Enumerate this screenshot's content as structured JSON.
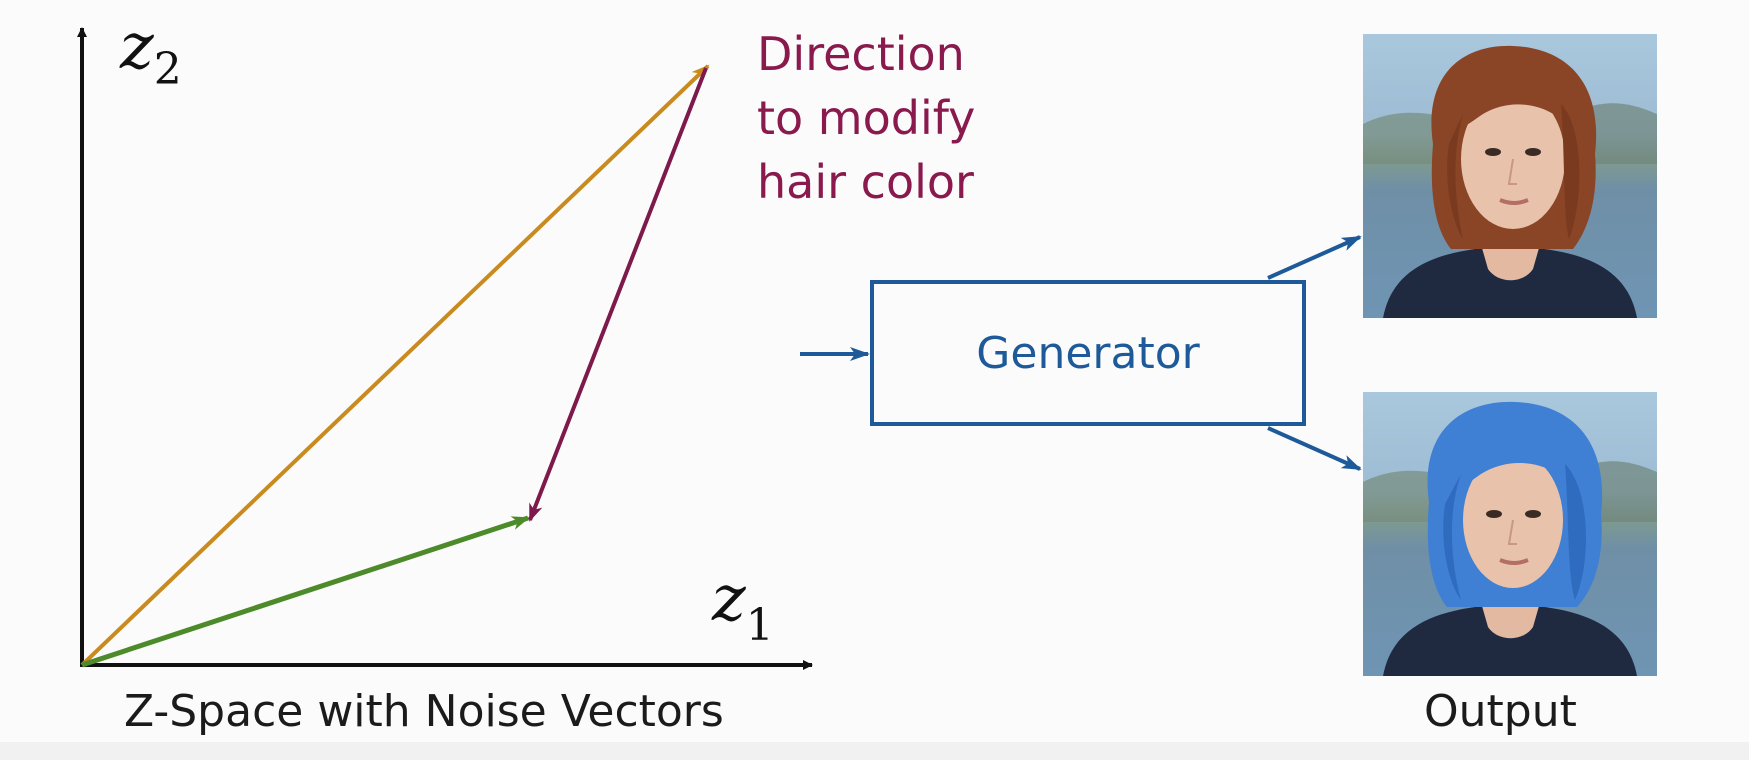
{
  "z_space": {
    "axis_y_label": "z",
    "axis_y_sub": "2",
    "axis_x_label": "z",
    "axis_x_sub": "1",
    "caption": "Z-Space with Noise Vectors",
    "vectors": [
      {
        "role": "original-noise-vector",
        "color": "#4d8a2a"
      },
      {
        "role": "modified-noise-vector",
        "color": "#c98a1e"
      },
      {
        "role": "direction-vector",
        "color": "#7d1a4b"
      }
    ]
  },
  "direction_label": [
    "Direction",
    "to modify",
    "hair color"
  ],
  "generator": {
    "label": "Generator",
    "color": "#1e5a99"
  },
  "output": {
    "caption": "Output",
    "images": [
      {
        "name": "woman-red-hair",
        "hair_color": "#8a4426"
      },
      {
        "name": "woman-blue-hair",
        "hair_color": "#3f7fd4"
      }
    ]
  }
}
